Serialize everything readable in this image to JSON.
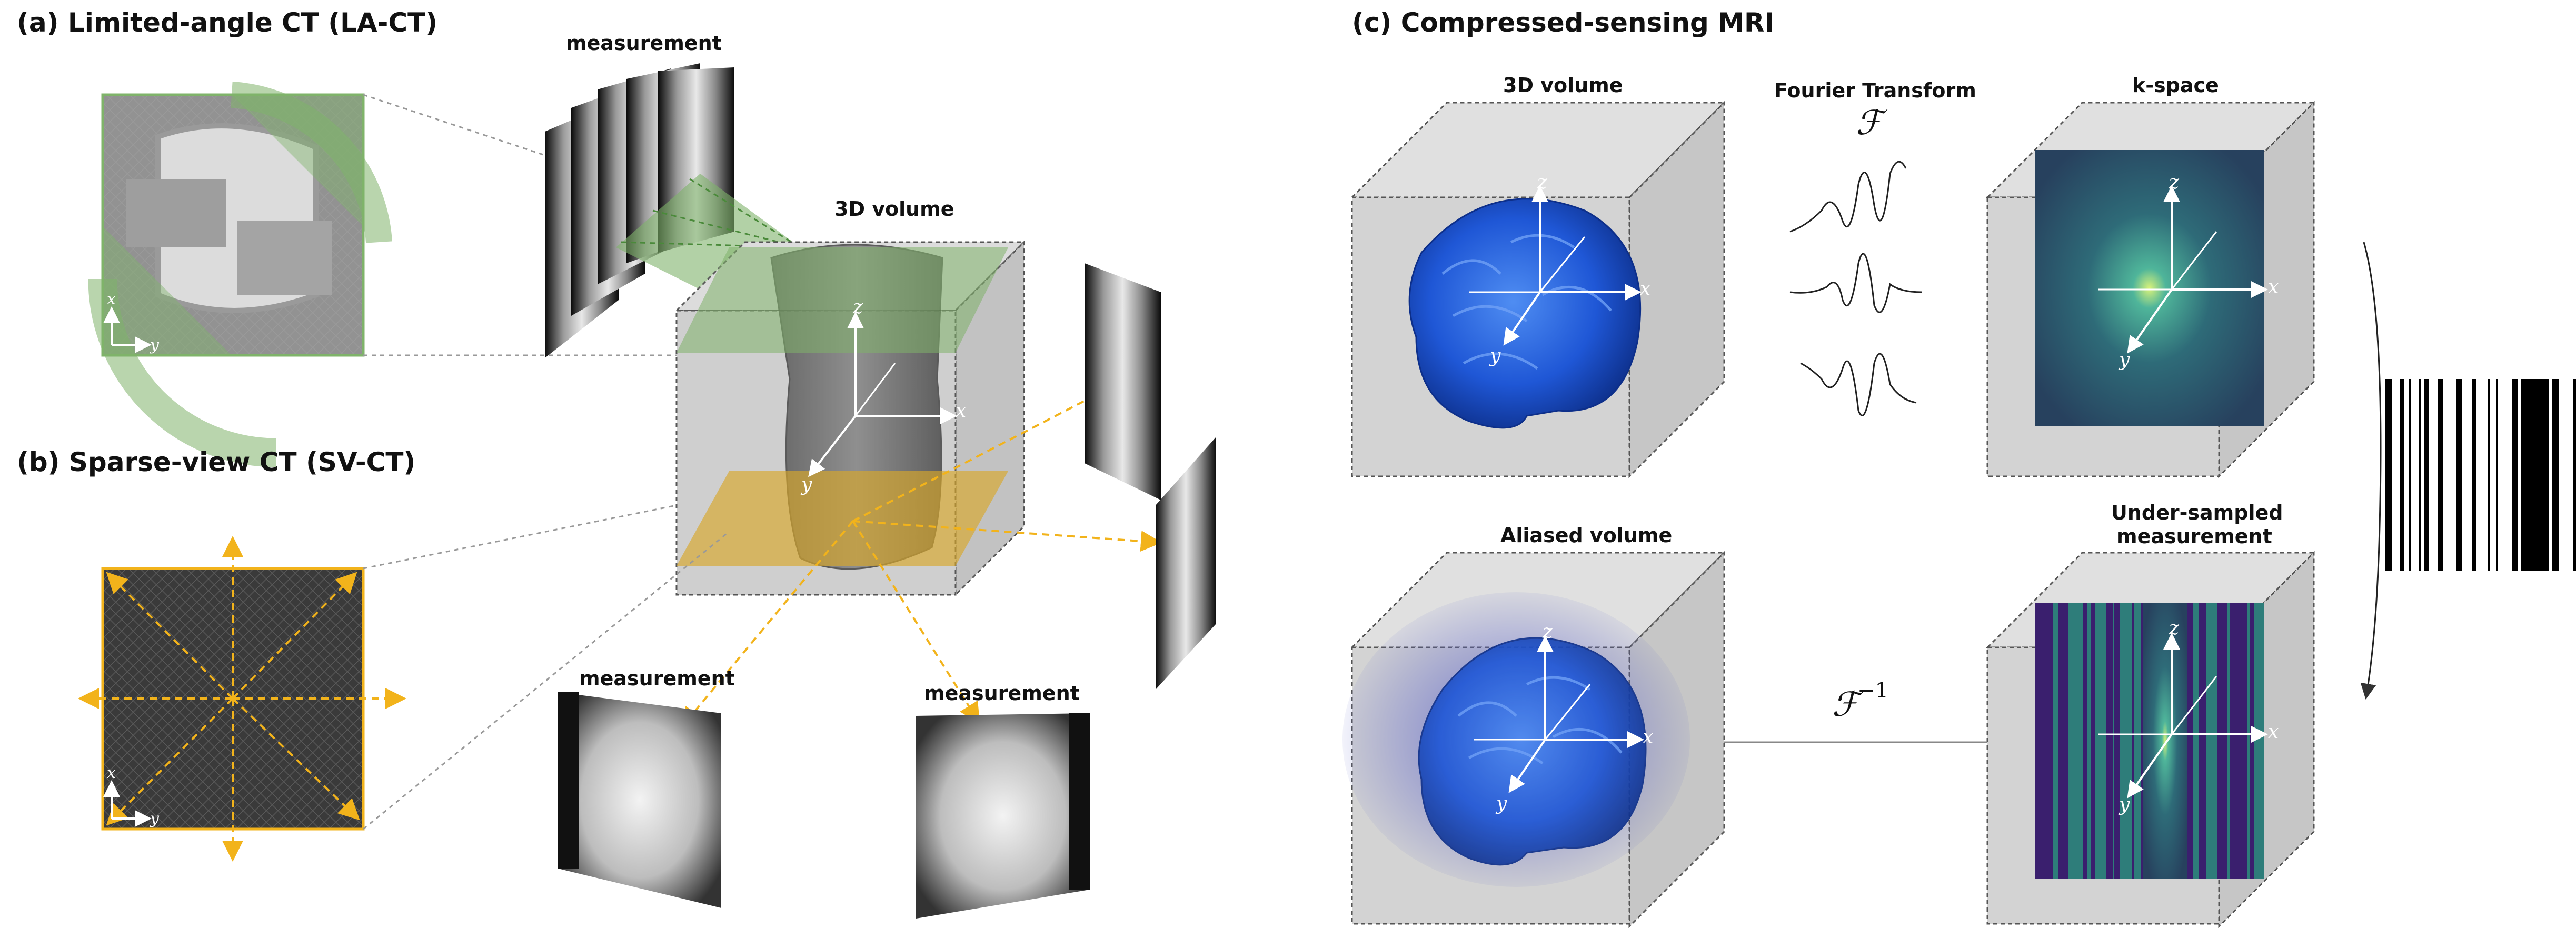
{
  "panel_a": {
    "title": "(a) Limited-angle CT (LA-CT)",
    "measurement_label": "measurement",
    "axis_x": "x",
    "axis_y": "y"
  },
  "panel_b": {
    "title": "(b) Sparse-view CT (SV-CT)",
    "measurement_label_left": "measurement",
    "measurement_label_right": "measurement",
    "axis_x": "x",
    "axis_y": "y"
  },
  "ct_volume": {
    "label": "3D volume",
    "axis_x": "x",
    "axis_y": "y",
    "axis_z": "z"
  },
  "panel_c": {
    "title": "(c) Compressed-sensing MRI",
    "volume_label": "3D volume",
    "transform_label": "Fourier Transform",
    "transform_symbol": "ℱ",
    "inverse_symbol": "ℱ",
    "inverse_exponent": "−1",
    "kspace_label": "k-space",
    "undersampled_label_line1": "Under-sampled",
    "undersampled_label_line2": "measurement",
    "aliased_label": "Aliased volume",
    "axis_x": "x",
    "axis_y": "y",
    "axis_z": "z"
  },
  "colors": {
    "limited_angle_green": "#7fb36a",
    "sparse_view_orange": "#f2b31b",
    "brain_blue": "#1f57d6",
    "kspace_teal": "#2e6b78",
    "undersampled_purple": "#3a1f6e",
    "cube_gray": "#d3d3d3"
  }
}
